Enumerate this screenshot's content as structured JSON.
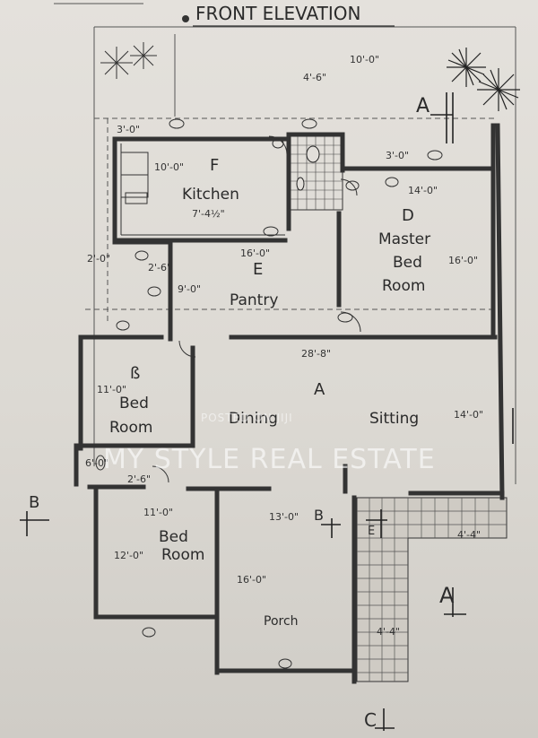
{
  "title": "FRONT ELEVATION",
  "rooms": {
    "kitchen": {
      "letter": "F",
      "name": "Kitchen",
      "dim_w": "10'-0\"",
      "dim_h": "7'-4½\""
    },
    "pantry": {
      "letter": "E",
      "name": "Pantry",
      "dim_w": "16'-0\"",
      "dim_h": "9'-0\""
    },
    "master": {
      "letter": "D",
      "name_1": "Master",
      "name_2": "Bed",
      "name_3": "Room",
      "dim_w": "14'-0\"",
      "dim_h": "16'-0\""
    },
    "bed_left": {
      "letter": "ß",
      "name_1": "Bed",
      "name_2": "Room",
      "dim": "11'-0\""
    },
    "dining": {
      "letter": "A",
      "name": "Dining",
      "dim": "28'-8\""
    },
    "sitting": {
      "name": "Sitting",
      "dim": "14'-0\""
    },
    "bed_bottom": {
      "name_1": "Bed",
      "name_2": "Room",
      "dim_w": "11'-0\"",
      "dim_h": "12'-0\""
    },
    "porch": {
      "name": "Porch",
      "dim_w": "13'-0\"",
      "dim_h": "16'-0\""
    }
  },
  "dimensions": {
    "top_10": "10'-0\"",
    "top_4_6": "4'-6\"",
    "top_3_0": "3'-0\"",
    "right_3_0": "3'-0\"",
    "left_2_0": "2'-0\"",
    "left_2_6": "2'-6\"",
    "left_6_0": "6'-0\"",
    "left_2_6b": "2'-6\"",
    "patio_4_4": "4'-4\"",
    "patio_4_4b": "4'-4\""
  },
  "section_marks": {
    "a_top": "A",
    "a_bottom": "A",
    "b_left": "B",
    "b_mid": "B",
    "c": "C",
    "e": "E"
  },
  "watermark": {
    "line1": "POSTED ON JIJI",
    "line2": "MY STYLE REAL ESTATE"
  },
  "colors": {
    "paper": "#dcd9d3",
    "ink": "#2a2a2a",
    "wall": "#3a3a3a"
  }
}
